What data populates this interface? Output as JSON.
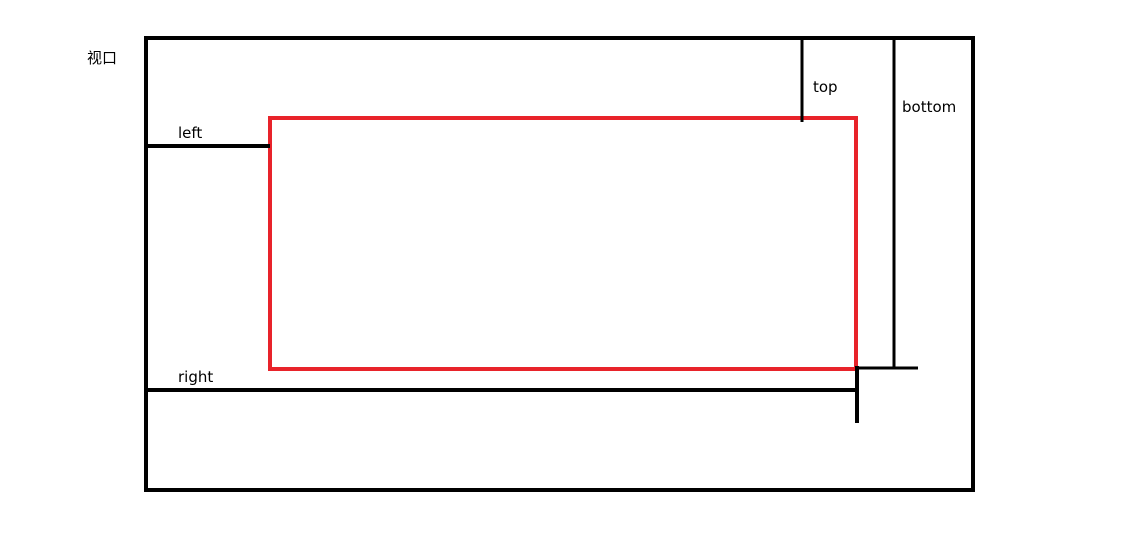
{
  "viewport_label": "视口",
  "labels": {
    "left": "left",
    "right": "right",
    "top": "top",
    "bottom": "bottom"
  },
  "colors": {
    "viewport_border": "#000000",
    "element_border": "#e8232a",
    "measure_lines": "#000000"
  }
}
